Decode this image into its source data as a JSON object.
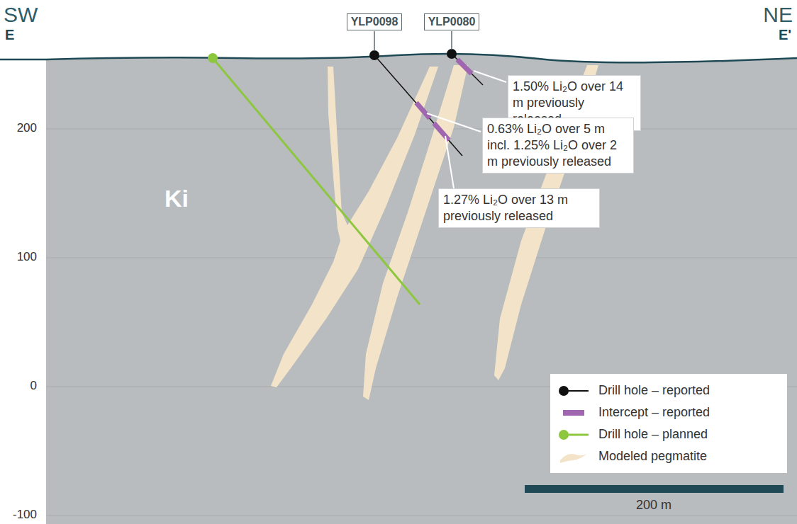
{
  "diagram": {
    "nodes": [
      {
        "text": [
          "YLP0098"
        ]
      },
      {
        "text": [
          "YLP0080"
        ]
      },
      {
        "text": [
          "1.50% Li₂O over 14 m previously released"
        ]
      },
      {
        "text": [
          "0.63% Li₂O over 5 m incl. 1.25% Li₂O over 2 m previously released"
        ]
      },
      {
        "text": [
          "1.27% Li₂O over 13 m previously released"
        ]
      }
    ],
    "labels": [
      "SW",
      "E",
      "NE",
      "E'",
      "Ki",
      "200",
      "100",
      "0",
      "-100",
      "200 m"
    ],
    "legend": [
      {
        "text": "Drill hole – reported"
      },
      {
        "text": "Intercept – reported"
      },
      {
        "text": "Drill hole – planned"
      },
      {
        "text": "Modeled pegmatite",
        "color": "#f3e4c9"
      }
    ]
  }
}
